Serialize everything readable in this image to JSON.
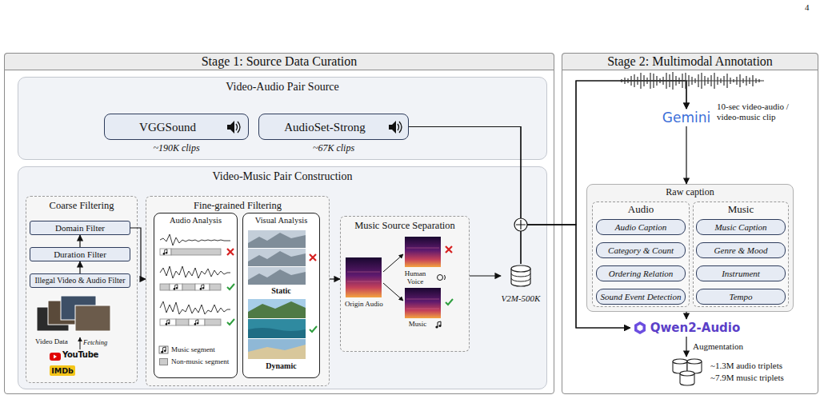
{
  "diagram": {
    "nodes": [
      {
        "text": [
          "Stage 1: Source Data Curation"
        ]
      },
      {
        "text": [
          "Video-Audio Pair Source"
        ],
        "in": 0
      },
      {
        "text": [
          "VGGSound",
          "~190K clips"
        ],
        "in": 1
      },
      {
        "text": [
          "AudioSet-Strong",
          "~67K clips"
        ],
        "in": 1
      },
      {
        "text": [
          "Video-Music Pair Construction"
        ],
        "in": 0
      },
      {
        "text": [
          "Coarse Filtering"
        ],
        "in": 4
      },
      {
        "text": [
          "Domain Filter"
        ],
        "in": 5
      },
      {
        "text": [
          "Duration Filter"
        ],
        "in": 5
      },
      {
        "text": [
          "Illegal Video & Audio Filter"
        ],
        "in": 5
      },
      {
        "text": [
          "Fine-grained Filtering"
        ],
        "in": 4
      },
      {
        "text": [
          "Audio Analysis"
        ],
        "in": 9
      },
      {
        "text": [
          "Visual Analysis",
          "Static",
          "Dynamic"
        ],
        "in": 9
      },
      {
        "text": [
          "Music Source Separation"
        ],
        "in": 4
      },
      {
        "text": [
          "V2M-500K"
        ],
        "in": 0
      },
      {
        "text": [
          "Stage 2: Multimodal Annotation"
        ]
      },
      {
        "text": [
          "Gemini"
        ],
        "in": 14
      },
      {
        "text": [
          "Raw caption"
        ],
        "in": 14
      },
      {
        "text": [
          "Audio"
        ],
        "in": 16
      },
      {
        "text": [
          "Audio Caption"
        ],
        "in": 17
      },
      {
        "text": [
          "Category & Count"
        ],
        "in": 17
      },
      {
        "text": [
          "Ordering Relation"
        ],
        "in": 17
      },
      {
        "text": [
          "Sound Event Detection"
        ],
        "in": 17
      },
      {
        "text": [
          "Music"
        ],
        "in": 16
      },
      {
        "text": [
          "Music Caption"
        ],
        "in": 22
      },
      {
        "text": [
          "Genre & Mood"
        ],
        "in": 22
      },
      {
        "text": [
          "Instrument"
        ],
        "in": 22
      },
      {
        "text": [
          "Tempo"
        ],
        "in": 22
      },
      {
        "text": [
          "Qwen2-Audio"
        ],
        "in": 14
      },
      {
        "text": [
          "~1.3M audio triplets",
          "~7.9M music triplets"
        ],
        "in": 14
      }
    ],
    "edges": [
      {
        "from": 8,
        "to": 7,
        "arrow": "to"
      },
      {
        "from": 7,
        "to": 6,
        "arrow": "to"
      },
      {
        "from": 6,
        "to": 9,
        "arrow": "to"
      },
      {
        "from": 9,
        "to": 12,
        "arrow": "to"
      },
      {
        "from": 12,
        "to": 13,
        "arrow": "to"
      },
      {
        "from": 3,
        "to": 15,
        "arrow": "to"
      },
      {
        "from": 13,
        "to": 15,
        "arrow": "to"
      },
      {
        "from": 3,
        "to": 27,
        "arrow": "to"
      },
      {
        "from": 13,
        "to": 27,
        "arrow": "to"
      },
      {
        "from": 15,
        "to": 16,
        "arrow": "to"
      },
      {
        "from": 16,
        "to": 27,
        "arrow": "to"
      },
      {
        "from": 27,
        "to": 28,
        "label": "Augmentation",
        "arrow": "to"
      }
    ],
    "labels": [
      "4",
      "Video Data",
      "Fetching",
      "YouTube",
      "IMDb",
      "Origin Audio",
      "Human Voice",
      "Music",
      "10-sec video-audio / video-music clip"
    ],
    "legend": [
      {
        "text": "Music segment"
      },
      {
        "text": "Non-music segment",
        "color": "#cccccc"
      }
    ]
  }
}
